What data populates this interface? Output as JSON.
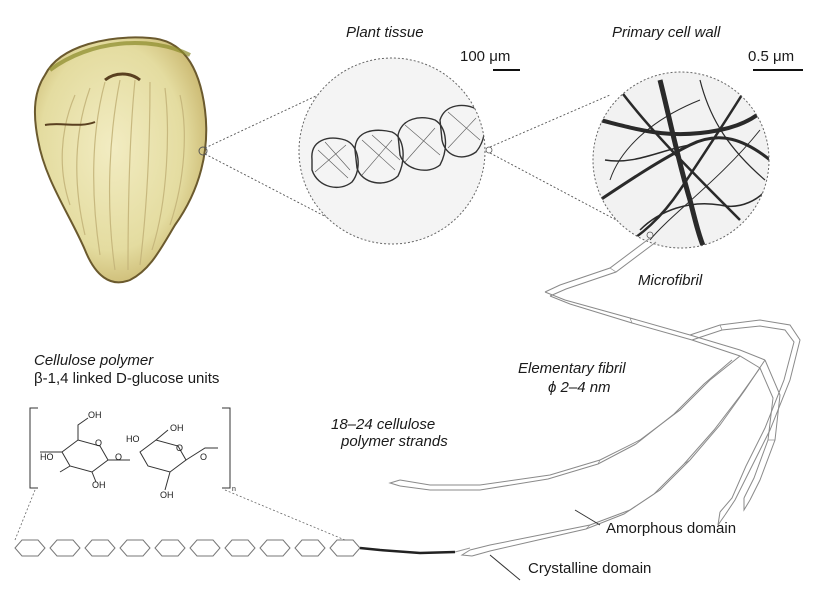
{
  "labels": {
    "plant_tissue": "Plant tissue",
    "primary_cell_wall": "Primary cell wall",
    "scale_100": "100 μm",
    "scale_05": "0.5 μm",
    "microfibril": "Microfibril",
    "elementary_fibril_1": "Elementary fibril",
    "elementary_fibril_2": "ϕ 2–4 nm",
    "strands_1": "18–24 cellulose",
    "strands_2": "polymer strands",
    "cellulose_polymer": "Cellulose polymer",
    "glucose_units": "β-1,4 linked D-glucose units",
    "amorphous": "Amorphous domain",
    "crystalline": "Crystalline domain"
  },
  "chem": {
    "oh": "OH",
    "ho": "HO",
    "o": "O",
    "n": "n"
  },
  "colors": {
    "line": "#555555",
    "fibril": "#8a8a8a",
    "plant_fill": "#e6dfa6",
    "plant_edge": "#6b5a2e"
  }
}
